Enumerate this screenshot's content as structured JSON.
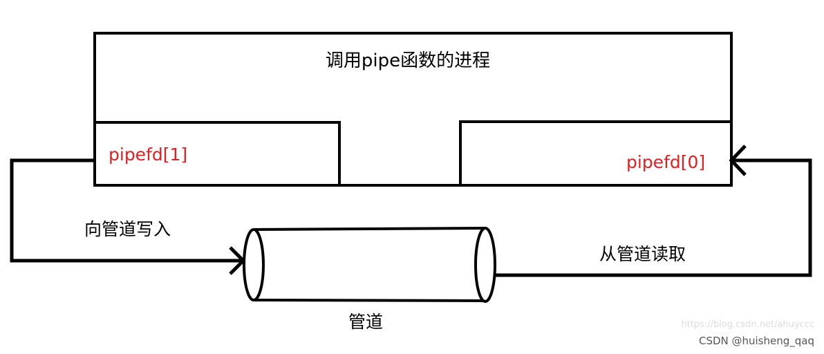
{
  "process": {
    "title": "调用pipe函数的进程"
  },
  "fds": {
    "write_end": "pipefd[1]",
    "read_end": "pipefd[0]"
  },
  "arrows": {
    "write_label": "向管道写入",
    "read_label": "从管道读取"
  },
  "pipe": {
    "label": "管道"
  },
  "watermark": {
    "url": "https://blog.csdn.net/ahuyccc",
    "author": "CSDN @huisheng_qaq"
  },
  "colors": {
    "stroke": "#000000",
    "fd_text": "#e02020",
    "label_text": "#000000",
    "watermark_url": "#dcdcdc",
    "watermark_author": "#555555"
  }
}
